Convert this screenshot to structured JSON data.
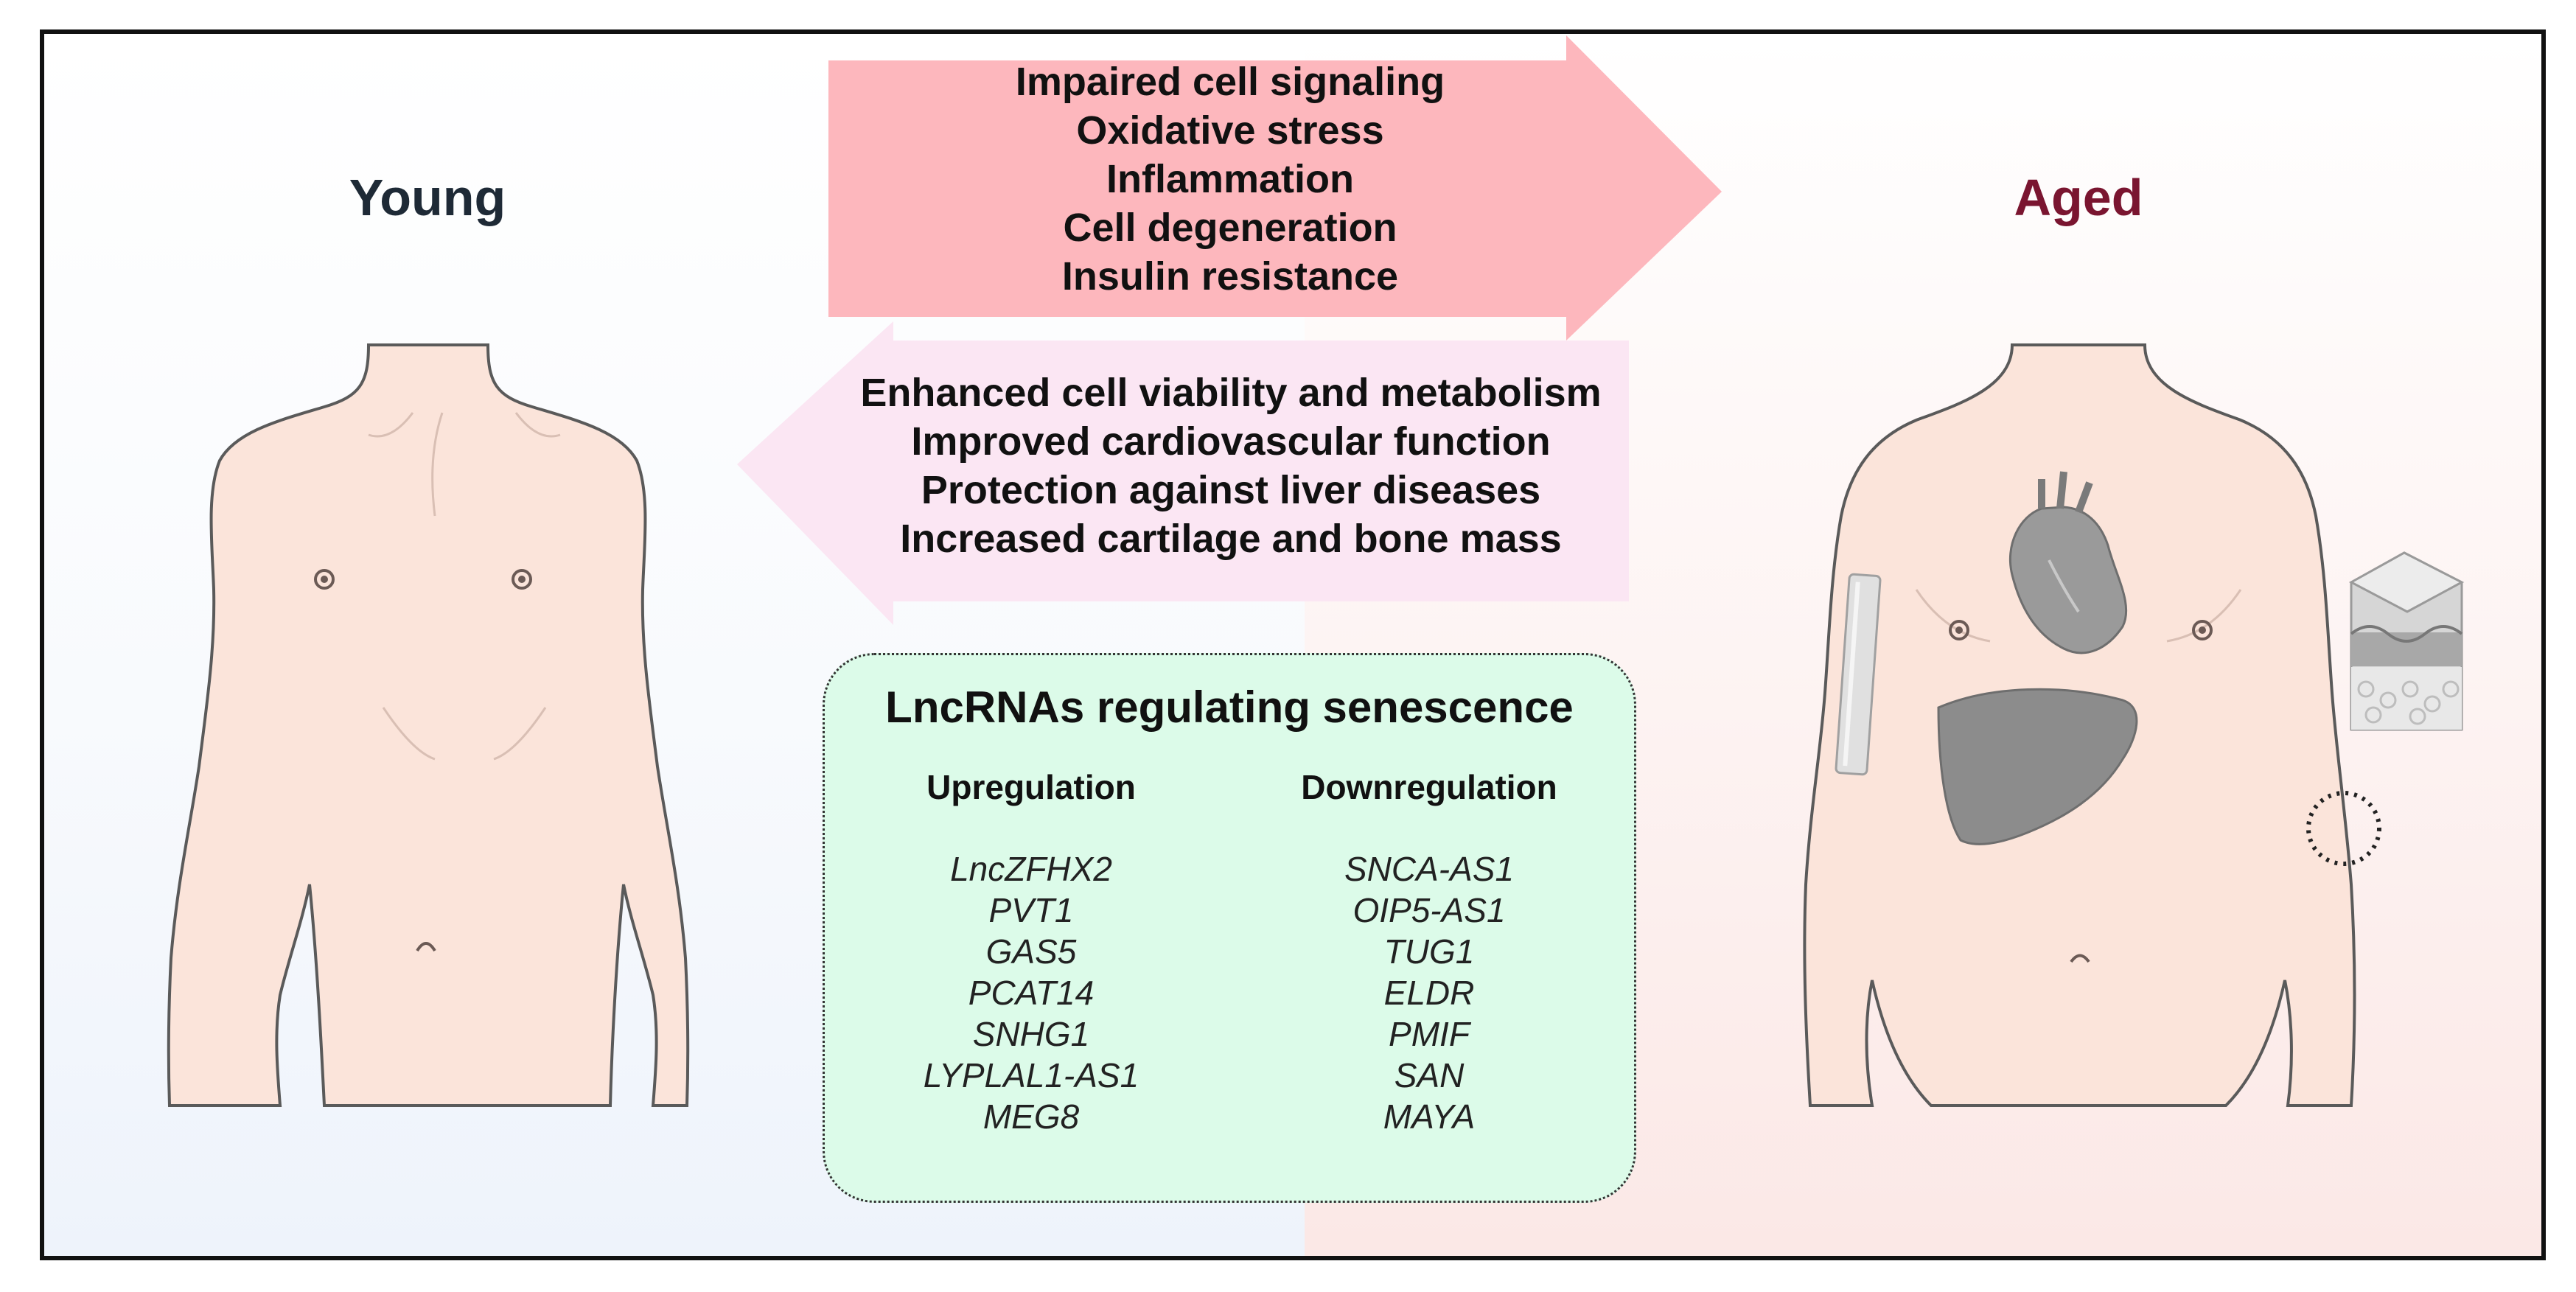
{
  "labels": {
    "young": "Young",
    "aged": "Aged"
  },
  "aging_factors": [
    "Impaired cell signaling",
    "Oxidative stress",
    "Inflammation",
    "Cell degeneration",
    "Insulin resistance"
  ],
  "rejuvenation_effects": [
    "Enhanced cell viability and metabolism",
    "Improved cardiovascular function",
    "Protection against liver diseases",
    "Increased cartilage and bone mass"
  ],
  "lncrna_box": {
    "title": "LncRNAs regulating senescence",
    "upregulation": {
      "heading": "Upregulation",
      "genes": [
        "LncZFHX2",
        "PVT1",
        "GAS5",
        "PCAT14",
        "SNHG1",
        "LYPLAL1-AS1",
        "MEG8"
      ]
    },
    "downregulation": {
      "heading": "Downregulation",
      "genes": [
        "SNCA-AS1",
        "OIP5-AS1",
        "TUG1",
        "ELDR",
        "PMIF",
        "SAN",
        "MAYA"
      ]
    }
  },
  "colors": {
    "right_arrow": "#fdb7bd",
    "left_arrow": "#fbe6f3",
    "lnc_box": "#dcfbe9",
    "young_title": "#1e2a36",
    "aged_title": "#7a1530",
    "skin": "#fbe4da",
    "organ_gray": "#8c8c8c"
  },
  "icons": [
    "heart-icon",
    "liver-icon",
    "bone-icon",
    "skin-tissue-icon",
    "joint-circle-icon"
  ]
}
